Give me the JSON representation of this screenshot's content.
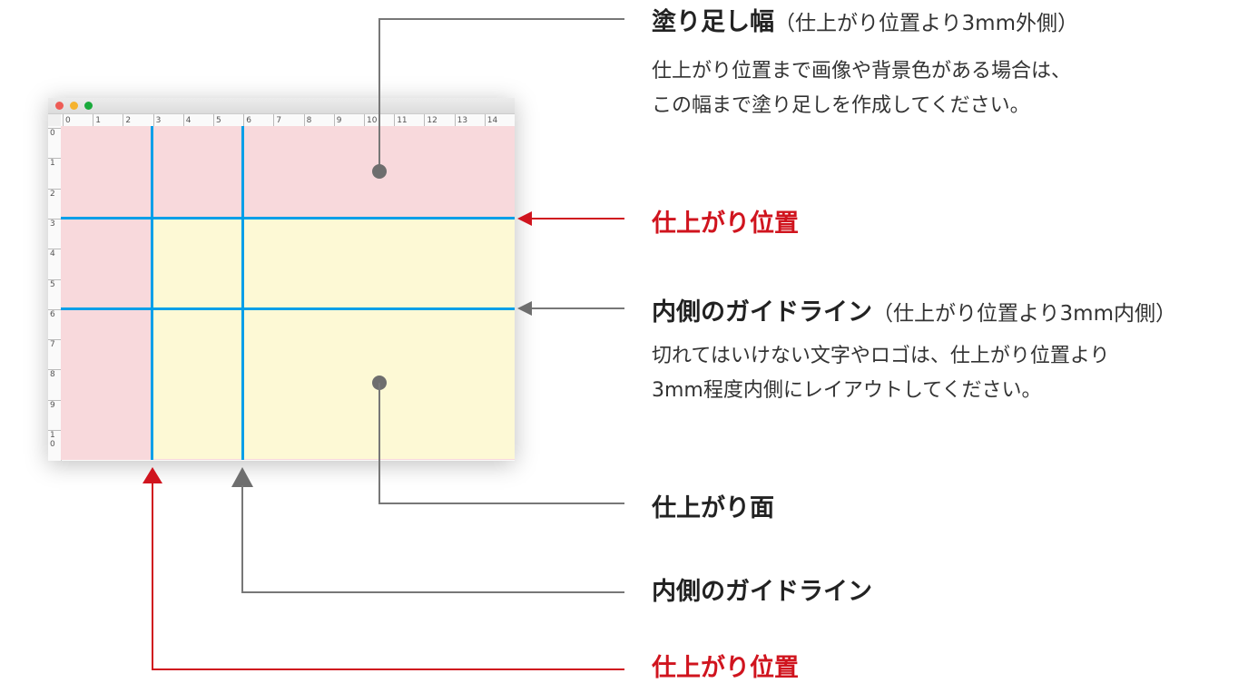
{
  "colors": {
    "bleed": "#f8d9dc",
    "trim_area": "#fdf9d5",
    "guide": "#009fe8",
    "accent_red": "#d0141e",
    "leader_gray": "#777777"
  },
  "ruler": {
    "top": [
      "0",
      "1",
      "2",
      "3",
      "4",
      "5",
      "6",
      "7",
      "8",
      "9",
      "10",
      "11",
      "12",
      "13",
      "14"
    ],
    "left": [
      "0",
      "1",
      "2",
      "3",
      "4",
      "5",
      "6",
      "7",
      "8",
      "9",
      "1\n0"
    ]
  },
  "labels": {
    "bleed": {
      "title": "塗り足し幅",
      "sub": "（仕上がり位置より3mm外側）",
      "desc1": "仕上がり位置まで画像や背景色がある場合は、",
      "desc2": "この幅まで塗り足しを作成してください。"
    },
    "trim_right": {
      "title": "仕上がり位置"
    },
    "inner_guide_right": {
      "title": "内側のガイドライン",
      "sub": "（仕上がり位置より3mm内側）",
      "desc1": "切れてはいけない文字やロゴは、仕上がり位置より",
      "desc2": "3mm程度内側にレイアウトしてください。"
    },
    "trim_surface": {
      "title": "仕上がり面"
    },
    "inner_guide_bottom": {
      "title": "内側のガイドライン"
    },
    "trim_bottom": {
      "title": "仕上がり位置"
    }
  }
}
